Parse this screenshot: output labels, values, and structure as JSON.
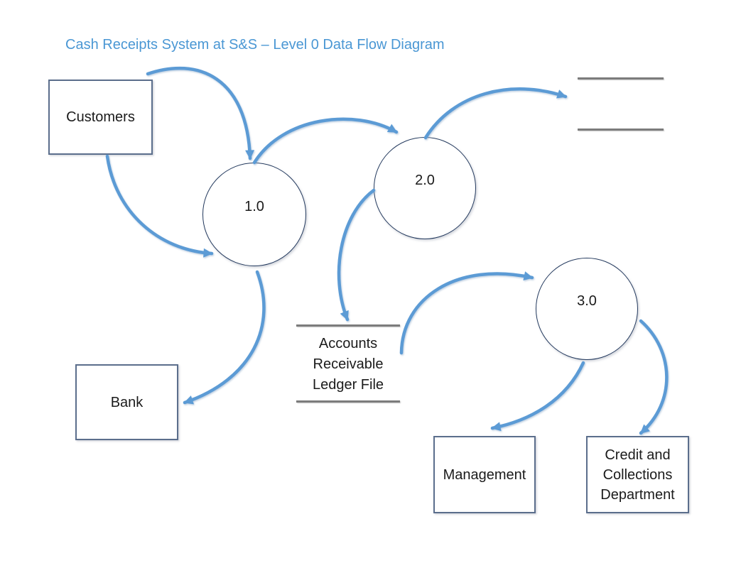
{
  "page": {
    "title": "Cash Receipts System at S&S – Level 0 Data Flow Diagram"
  },
  "colors": {
    "title_text": "#4a97d4",
    "flow_arrow": "#5b9bd5",
    "process_outline": "#243a5e",
    "entity_outline": "#5b6e8c",
    "datastore_line": "#7c7c7c",
    "label_text": "#1b1b1b",
    "background": "#ffffff"
  },
  "entities": [
    {
      "id": "customers",
      "label": "Customers"
    },
    {
      "id": "bank",
      "label": "Bank"
    },
    {
      "id": "management",
      "label": "Management"
    },
    {
      "id": "credit-collections",
      "label": "Credit and Collections Department"
    }
  ],
  "processes": [
    {
      "id": "process-1",
      "label": "1.0"
    },
    {
      "id": "process-2",
      "label": "2.0"
    },
    {
      "id": "process-3",
      "label": "3.0"
    }
  ],
  "data_stores": [
    {
      "id": "ar-ledger-file",
      "label": "Accounts Receivable Ledger File"
    },
    {
      "id": "unlabeled-store",
      "label": ""
    }
  ],
  "flows": [
    {
      "from": "Customers",
      "to": "Process 1.0"
    },
    {
      "from": "Customers",
      "to": "Process 1.0"
    },
    {
      "from": "Process 1.0",
      "to": "Process 2.0"
    },
    {
      "from": "Process 1.0",
      "to": "Bank"
    },
    {
      "from": "Process 2.0",
      "to": "Unlabeled data store"
    },
    {
      "from": "Process 2.0",
      "to": "Accounts Receivable Ledger File"
    },
    {
      "from": "Accounts Receivable Ledger File",
      "to": "Process 3.0"
    },
    {
      "from": "Process 3.0",
      "to": "Management"
    },
    {
      "from": "Process 3.0",
      "to": "Credit and Collections Department"
    }
  ]
}
